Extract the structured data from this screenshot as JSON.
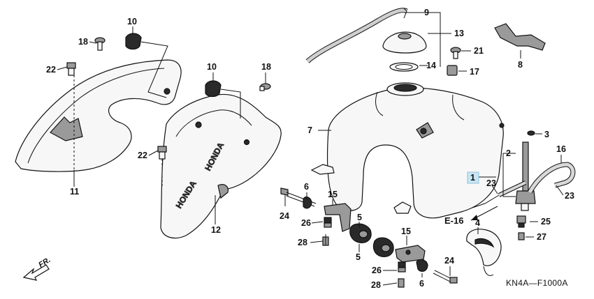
{
  "diagram": {
    "drawing_code": "KN4A—F1000A",
    "front_arrow_label": "FR.",
    "reference_label": "E-16",
    "highlighted_callout": "1",
    "callouts": [
      {
        "id": "c1",
        "label": "1"
      },
      {
        "id": "c2",
        "label": "2"
      },
      {
        "id": "c3",
        "label": "3"
      },
      {
        "id": "c4",
        "label": "4"
      },
      {
        "id": "c5a",
        "label": "5"
      },
      {
        "id": "c5b",
        "label": "5"
      },
      {
        "id": "c6a",
        "label": "6"
      },
      {
        "id": "c6b",
        "label": "6"
      },
      {
        "id": "c7",
        "label": "7"
      },
      {
        "id": "c8",
        "label": "8"
      },
      {
        "id": "c9",
        "label": "9"
      },
      {
        "id": "c10a",
        "label": "10"
      },
      {
        "id": "c10b",
        "label": "10"
      },
      {
        "id": "c11",
        "label": "11"
      },
      {
        "id": "c12",
        "label": "12"
      },
      {
        "id": "c13",
        "label": "13"
      },
      {
        "id": "c14",
        "label": "14"
      },
      {
        "id": "c15a",
        "label": "15"
      },
      {
        "id": "c15b",
        "label": "15"
      },
      {
        "id": "c16",
        "label": "16"
      },
      {
        "id": "c17",
        "label": "17"
      },
      {
        "id": "c18a",
        "label": "18"
      },
      {
        "id": "c18b",
        "label": "18"
      },
      {
        "id": "c21",
        "label": "21"
      },
      {
        "id": "c22a",
        "label": "22"
      },
      {
        "id": "c22b",
        "label": "22"
      },
      {
        "id": "c23a",
        "label": "23"
      },
      {
        "id": "c23b",
        "label": "23"
      },
      {
        "id": "c24a",
        "label": "24"
      },
      {
        "id": "c24b",
        "label": "24"
      },
      {
        "id": "c25",
        "label": "25"
      },
      {
        "id": "c26a",
        "label": "26"
      },
      {
        "id": "c26b",
        "label": "26"
      },
      {
        "id": "c27",
        "label": "27"
      },
      {
        "id": "c28a",
        "label": "28"
      },
      {
        "id": "c28b",
        "label": "28"
      }
    ]
  }
}
